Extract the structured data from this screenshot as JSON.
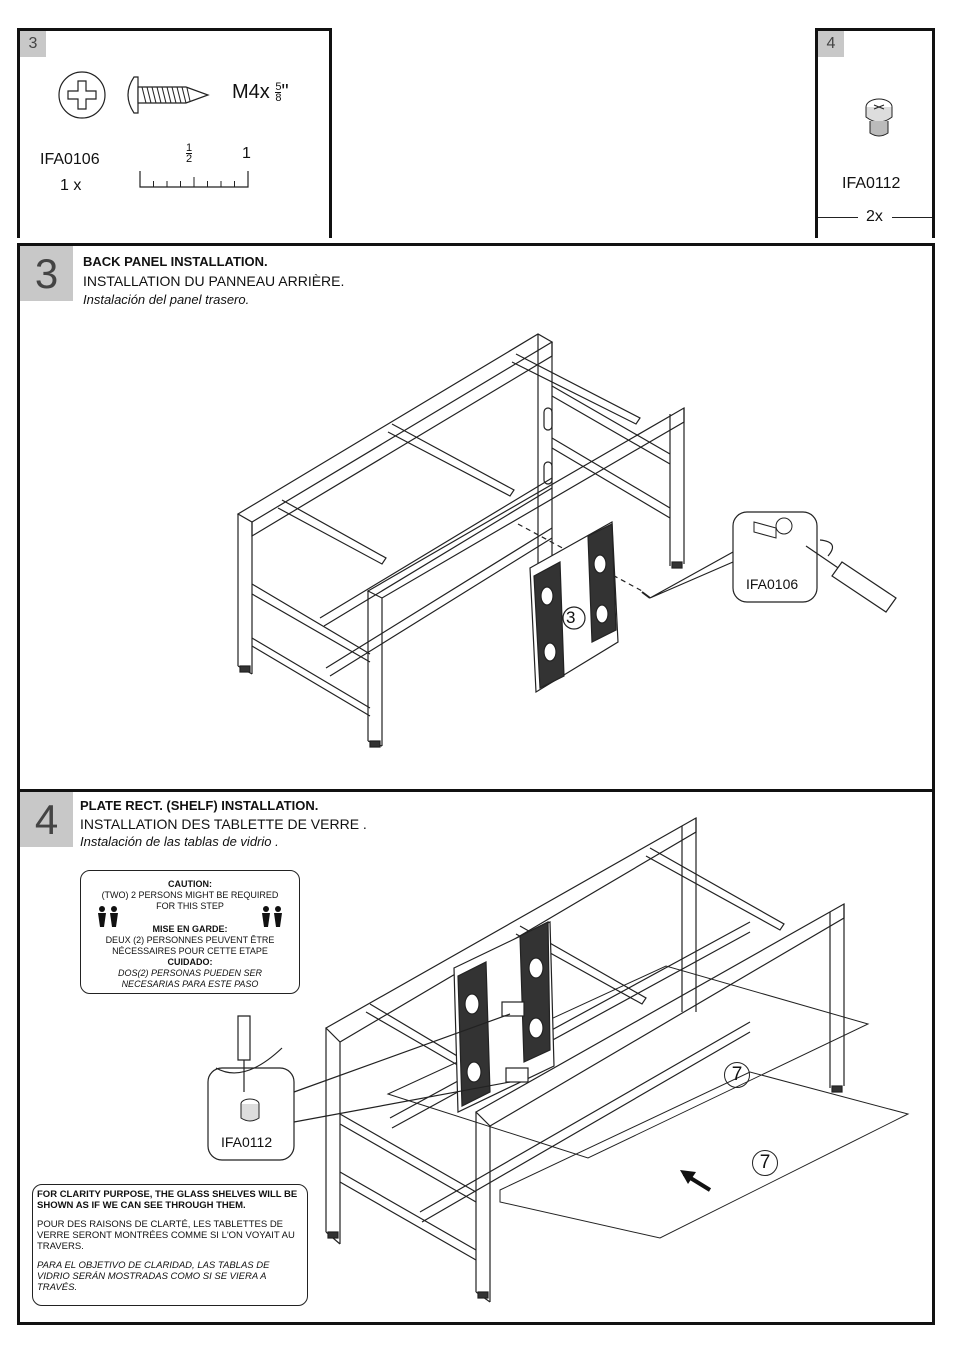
{
  "part3": {
    "number": "3",
    "size": "M4x",
    "size_frac_num": "5",
    "size_frac_den": "8",
    "size_unit": "\"",
    "code": "IFA0106",
    "qty": "1 x",
    "ruler_half_num": "1",
    "ruler_half_den": "2",
    "ruler_one": "1"
  },
  "part4": {
    "number": "4",
    "code": "IFA0112",
    "qty": "2x"
  },
  "step3": {
    "number": "3",
    "title_en": "BACK PANEL INSTALLATION.",
    "title_fr": "INSTALLATION DU PANNEAU ARRIÈRE.",
    "title_es": "Instalación del panel trasero.",
    "callout_code": "IFA0106",
    "panel_label": "3"
  },
  "step4": {
    "number": "4",
    "title_en": "PLATE RECT. (SHELF) INSTALLATION.",
    "title_fr": "INSTALLATION DES TABLETTE DE VERRE .",
    "title_es": "Instalación de las tablas de vidrio .",
    "caution_en_head": "CAUTION:",
    "caution_en_1": "(TWO) 2 PERSONS MIGHT BE REQUIRED",
    "caution_en_2": "FOR THIS STEP",
    "caution_fr_head": "MISE EN GARDE:",
    "caution_fr_1": "DEUX (2) PERSONNES PEUVENT ÊTRE",
    "caution_fr_2": "NÉCESSAIRES POUR CETTE ETAPE",
    "caution_es_head": "CUIDADO:",
    "caution_es_1": "DOS(2) PERSONAS PUEDEN SER",
    "caution_es_2": "NECESARIAS PARA ESTE PASO",
    "callout_code": "IFA0112",
    "glass_label_1": "7",
    "glass_label_2": "7",
    "clarity_en": "FOR CLARITY PURPOSE, THE GLASS SHELVES WILL BE SHOWN AS IF WE CAN SEE THROUGH THEM.",
    "clarity_fr": "POUR DES RAISONS DE CLARTÉ, LES TABLETTES DE VERRE SERONT MONTRÉES COMME SI L'ON VOYAIT AU TRAVERS.",
    "clarity_es": "PARA EL OBJETIVO DE CLARIDAD, LAS TABLAS DE VIDRIO SERÁN MOSTRADAS COMO SI SE VIERA A TRAVÉS."
  },
  "icons": [
    "phillips-screw-head-icon",
    "screw-icon",
    "ruler-icon",
    "cam-bolt-icon",
    "screwdriver-icon",
    "people-icon",
    "arrow-icon"
  ]
}
